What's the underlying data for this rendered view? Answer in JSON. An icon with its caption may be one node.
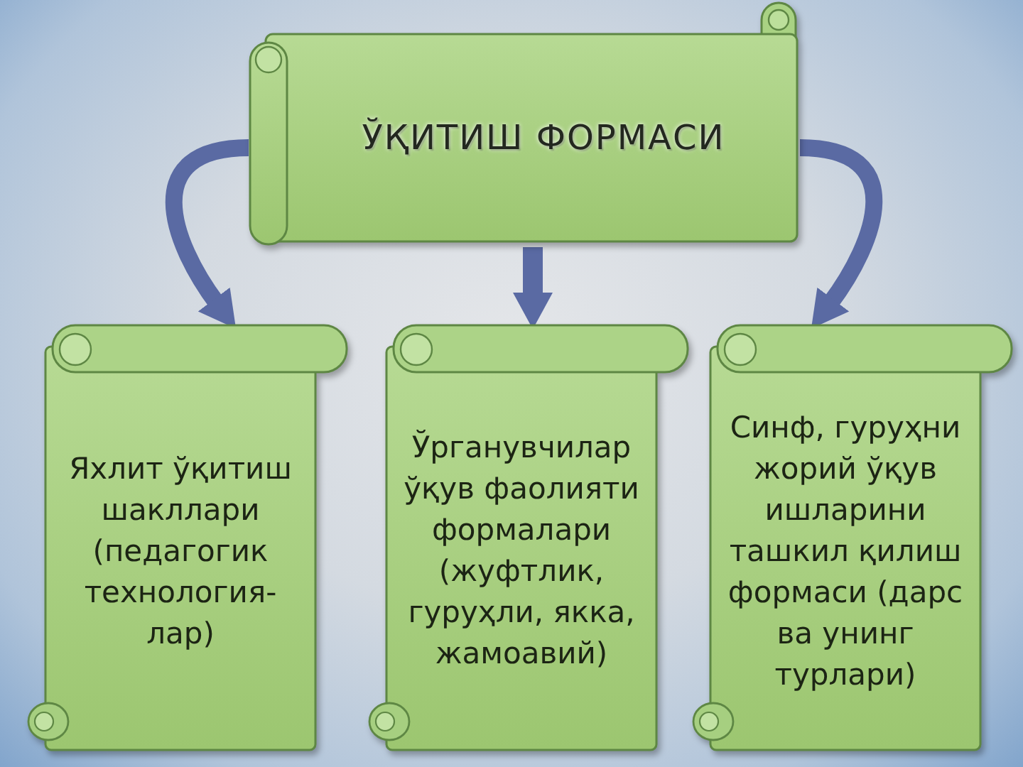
{
  "diagram": {
    "nodes": [
      {
        "text": [
          "ЎҚИТИШ ФОРМАСИ"
        ]
      },
      {
        "text": [
          "Яхлит ўқитиш шакллари (педагогик технология- лар)"
        ]
      },
      {
        "text": [
          "Ўрганувчилар ўқув фаолияти формалари (жуфтлик, гуруҳли, якка, жамоавий)"
        ]
      },
      {
        "text": [
          "Синф, гуруҳни жорий ўқув ишларини ташкил қилиш формаси (дарс ва унинг турлари)"
        ]
      }
    ],
    "edges": [
      {
        "from": 0,
        "to": 1,
        "arrow": "to"
      },
      {
        "from": 0,
        "to": 2,
        "arrow": "to"
      },
      {
        "from": 0,
        "to": 3,
        "arrow": "to"
      }
    ]
  }
}
